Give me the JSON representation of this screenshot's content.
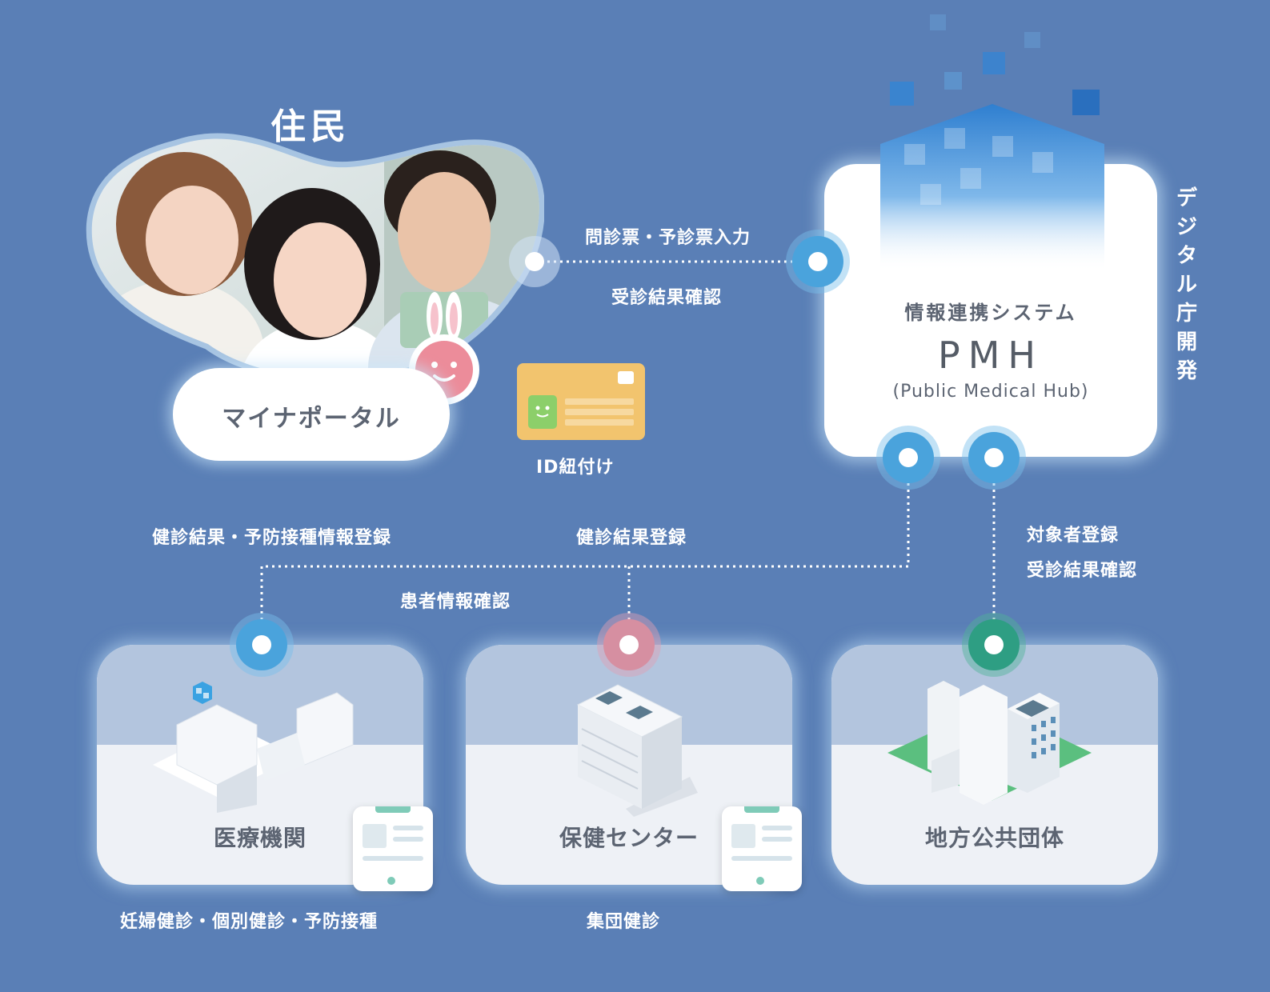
{
  "resident": {
    "title": "住民",
    "portal": "マイナポータル"
  },
  "id_link": "ID紐付け",
  "pmh": {
    "system": "情報連携システム",
    "name": "PMH",
    "full": "(Public Medical Hub)",
    "developer": "デジタル庁開発"
  },
  "links": {
    "portal_in": "問診票・予診票入力",
    "portal_result": "受診結果確認",
    "medical_register": "健診結果・予防接種情報登録",
    "health_register": "健診結果登録",
    "patient_check": "患者情報確認",
    "local_register": "対象者登録",
    "local_result": "受診結果確認"
  },
  "facilities": [
    {
      "name": "医療機関",
      "caption": "妊婦健診・個別健診・予防接種"
    },
    {
      "name": "保健センター",
      "caption": "集団健診"
    },
    {
      "name": "地方公共団体",
      "caption": ""
    }
  ],
  "colors": {
    "background": "#5a7fb6",
    "node_blue": "#4aa3dc",
    "node_pink": "#d68fa1",
    "node_green": "#2e9e83",
    "card_bg": "#eef1f6",
    "card_top": "#b3c5de"
  },
  "icons": [
    "family-photo",
    "bunny-mascot-icon",
    "id-card-icon",
    "cube-cluster-icon",
    "hospital-building-icon",
    "health-center-building-icon",
    "city-hall-building-icon",
    "tablet-icon"
  ]
}
